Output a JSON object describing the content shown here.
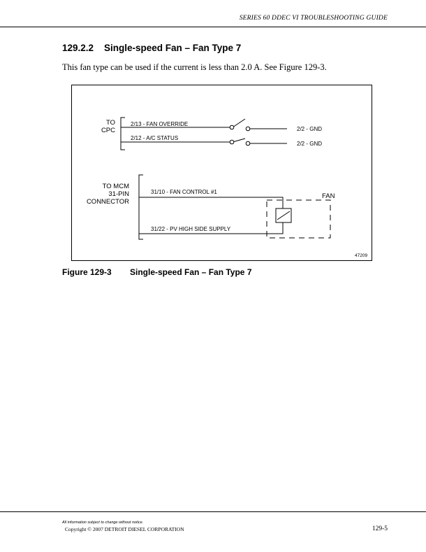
{
  "header": {
    "running_title": "SERIES 60 DDEC VI TROUBLESHOOTING GUIDE"
  },
  "section": {
    "number": "129.2.2",
    "title": "Single-speed Fan – Fan Type 7"
  },
  "body": {
    "paragraph": "This fan type can be used if the current is less than 2.0 A. See Figure 129-3."
  },
  "figure": {
    "diagram": {
      "cpc_label_line1": "TO",
      "cpc_label_line2": "CPC",
      "wire_fan_override": "2/13 - FAN OVERRIDE",
      "wire_ac_status": "2/12 - A/C STATUS",
      "gnd_top": "2/2 - GND",
      "gnd_bottom": "2/2 - GND",
      "mcm_label_line1": "TO MCM",
      "mcm_label_line2": "31-PIN",
      "mcm_label_line3": "CONNECTOR",
      "wire_fan_control": "31/10 - FAN CONTROL #1",
      "wire_pv_supply": "31/22 - PV HIGH SIDE SUPPLY",
      "fan_label": "FAN",
      "figure_id": "47209"
    },
    "caption_number": "Figure 129-3",
    "caption_title": "Single-speed Fan – Fan Type 7"
  },
  "footer": {
    "disclaimer": "All information subject to change without notice.",
    "copyright": "Copyright © 2007 DETROIT DIESEL CORPORATION",
    "page_number": "129-5"
  }
}
